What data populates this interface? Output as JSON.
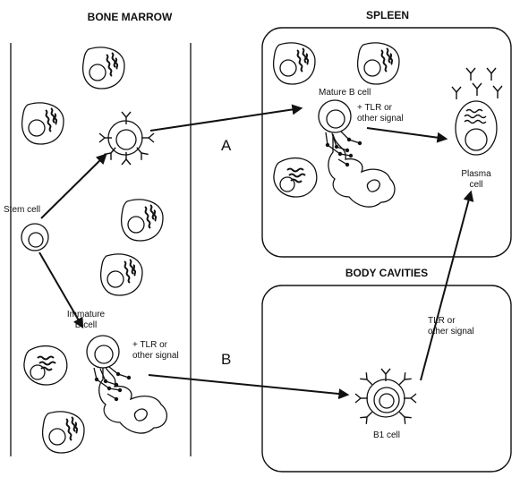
{
  "regions": {
    "bone_marrow": "BONE MARROW",
    "spleen": "SPLEEN",
    "body_cavities": "BODY CAVITIES"
  },
  "pathways": {
    "a": "A",
    "b": "B"
  },
  "labels": {
    "stem_cell": "Stem cell",
    "immature_b_line1": "Immature",
    "immature_b_line2": "B cell",
    "mature_b": "Mature B cell",
    "plasma_line1": "Plasma",
    "plasma_line2": "cell",
    "b1_cell": "B1 cell"
  },
  "signals": {
    "bone_line1": "+ TLR or",
    "bone_line2": "other signal",
    "spleen_line1": "+ TLR or",
    "spleen_line2": "other signal",
    "cavity_line1": "TLR or",
    "cavity_line2": "other signal"
  }
}
